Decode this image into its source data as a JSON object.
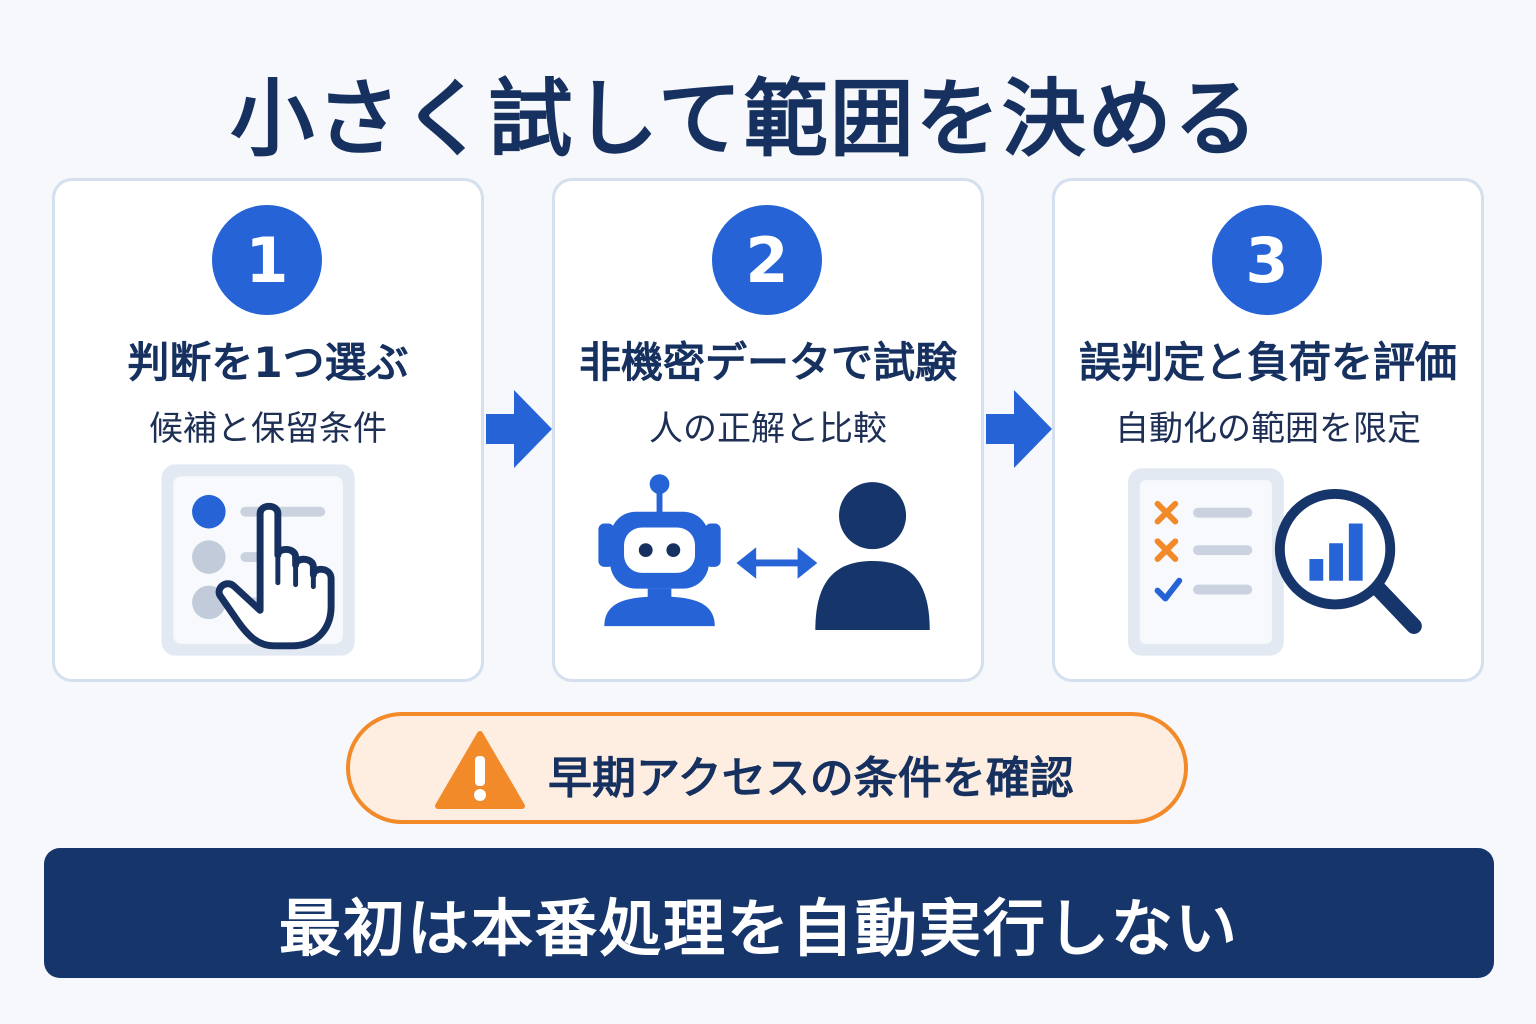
{
  "title": "小さく試して範囲を決める",
  "steps": [
    {
      "number": "1",
      "title": "判断を1つ選ぶ",
      "subtitle": "候補と保留条件"
    },
    {
      "number": "2",
      "title": "非機密データで試験",
      "subtitle": "人の正解と比較"
    },
    {
      "number": "3",
      "title": "誤判定と負荷を評価",
      "subtitle": "自動化の範囲を限定"
    }
  ],
  "warning": {
    "text": "早期アクセスの条件を確認",
    "icon": "warning-triangle-icon"
  },
  "banner": {
    "text": "最初は本番処理を自動実行しない"
  },
  "colors": {
    "primary": "#2563d6",
    "navy": "#16356a",
    "warning": "#f28a2a",
    "warning_bg": "#fdeee1",
    "card_border": "#d5e0ee"
  }
}
